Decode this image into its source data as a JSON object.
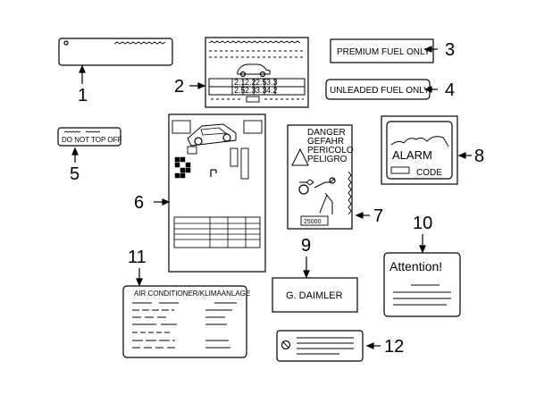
{
  "callouts": [
    "1",
    "2",
    "3",
    "4",
    "5",
    "6",
    "7",
    "8",
    "9",
    "10",
    "11",
    "12"
  ],
  "labels": {
    "premium": "PREMIUM FUEL ONLY",
    "unleaded": "UNLEADED FUEL ONLY",
    "do_not_top_off": "DO NOT TOP OFF",
    "danger_lines": [
      "DANGER",
      "GEFAHR",
      "PERICOLO",
      "PELIGRO"
    ],
    "danger_code": "25000",
    "alarm": "ALARM",
    "code": "CODE",
    "attention": "Attention!",
    "daimler": "G. DAIMLER",
    "ac": "AIR CONDITIONER/KLIMAANLAGE",
    "tire_table": {
      "rows": [
        [
          "2.1",
          "2.2",
          "2.5",
          "3.3"
        ],
        [
          "2.5",
          "2.3",
          "3.3",
          "4.2"
        ]
      ]
    }
  }
}
